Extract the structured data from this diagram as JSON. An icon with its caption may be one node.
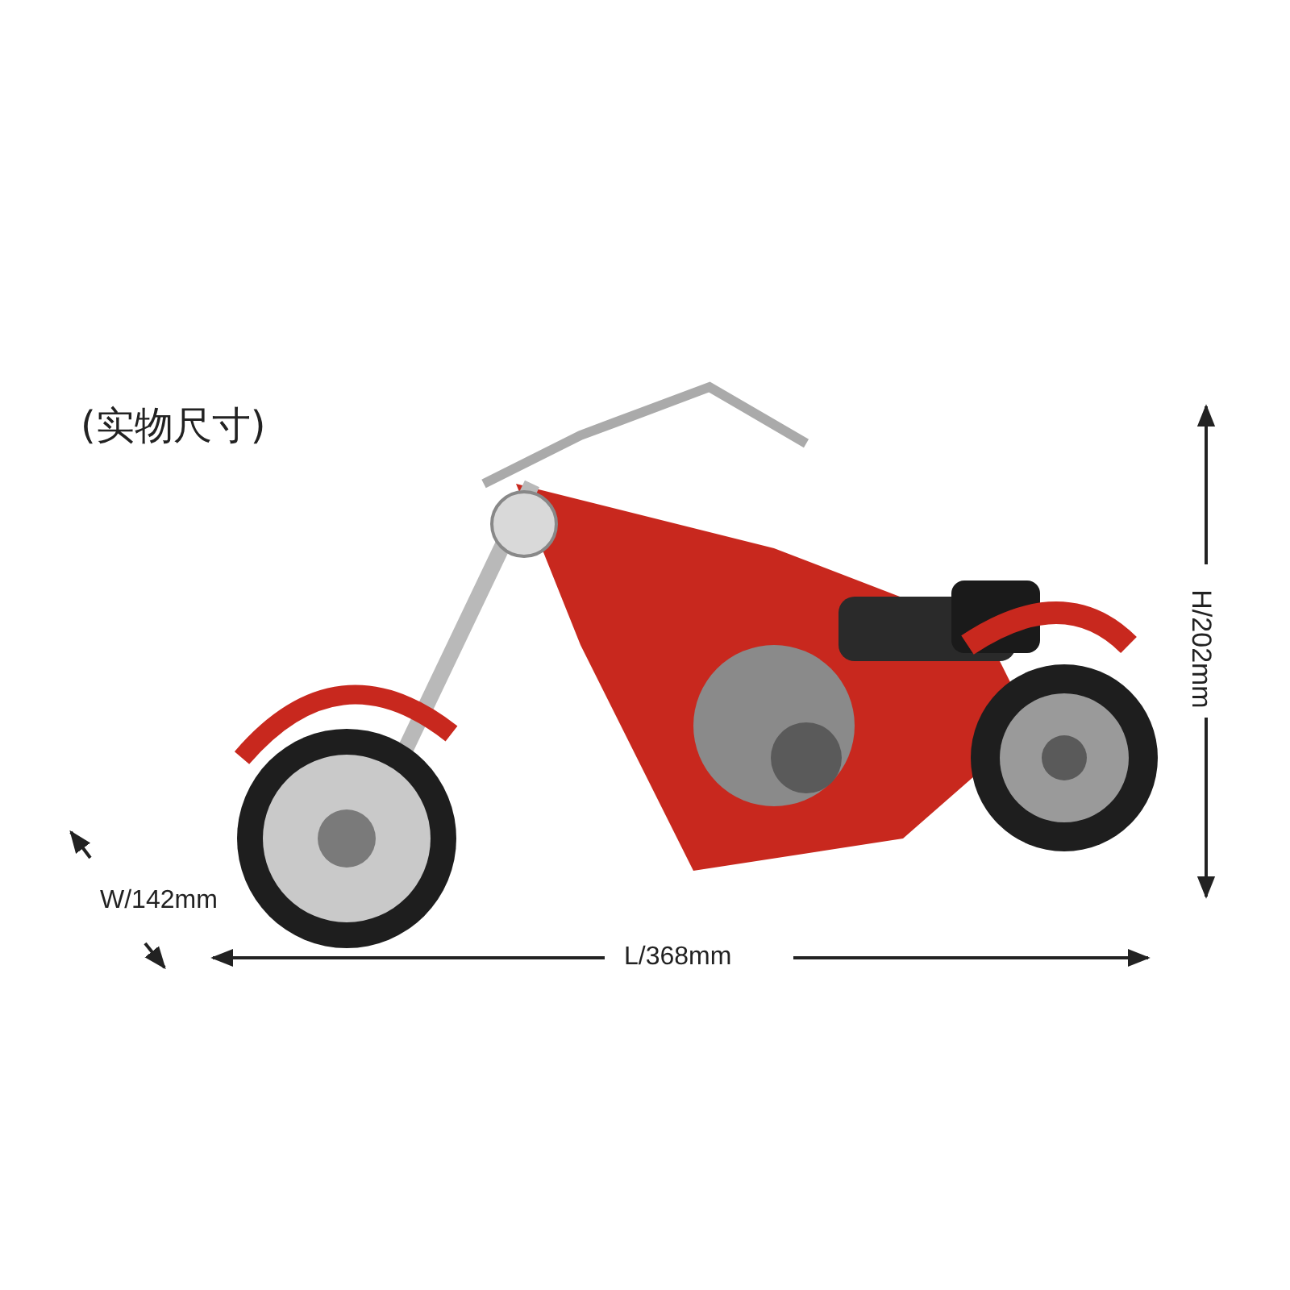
{
  "diagram": {
    "labels": [
      "(实物尺寸)",
      "H/202mm",
      "W/142mm",
      "L/368mm"
    ]
  }
}
